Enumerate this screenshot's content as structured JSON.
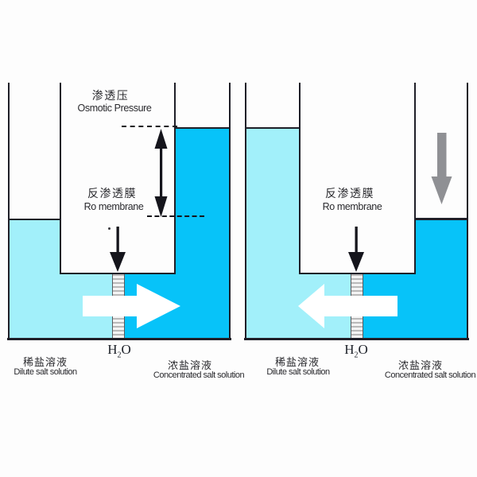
{
  "colors": {
    "dilute_solution": "#a2f0fa",
    "concentrated_solution": "#07c3f9",
    "wall": "#1f1f28",
    "water_arrow": "#ffffff",
    "pressure_arrow": "#8f9094",
    "membrane_stripe": "#b9b9b9",
    "membrane_bg": "#f4f4f4",
    "text": "#2a2a2e"
  },
  "panels": [
    {
      "id": "osmosis",
      "annotation_zh": "渗透压",
      "annotation_en": "Osmotic Pressure",
      "membrane_zh": "反渗透膜",
      "membrane_en": "Ro membrane",
      "water": {
        "symbol": "H",
        "subscript": "2",
        "oxygen": "O"
      },
      "left_label_zh": "稀盐溶液",
      "left_label_en": "Dilute salt solution",
      "right_label_zh": "浓盐溶液",
      "right_label_en": "Concentrated salt solution"
    },
    {
      "id": "reverse-osmosis",
      "membrane_zh": "反渗透膜",
      "membrane_en": "Ro membrane",
      "water": {
        "symbol": "H",
        "subscript": "2",
        "oxygen": "O"
      },
      "left_label_zh": "稀盐溶液",
      "left_label_en": "Dilute salt solution",
      "right_label_zh": "浓盐溶液",
      "right_label_en": "Concentrated salt solution"
    }
  ]
}
